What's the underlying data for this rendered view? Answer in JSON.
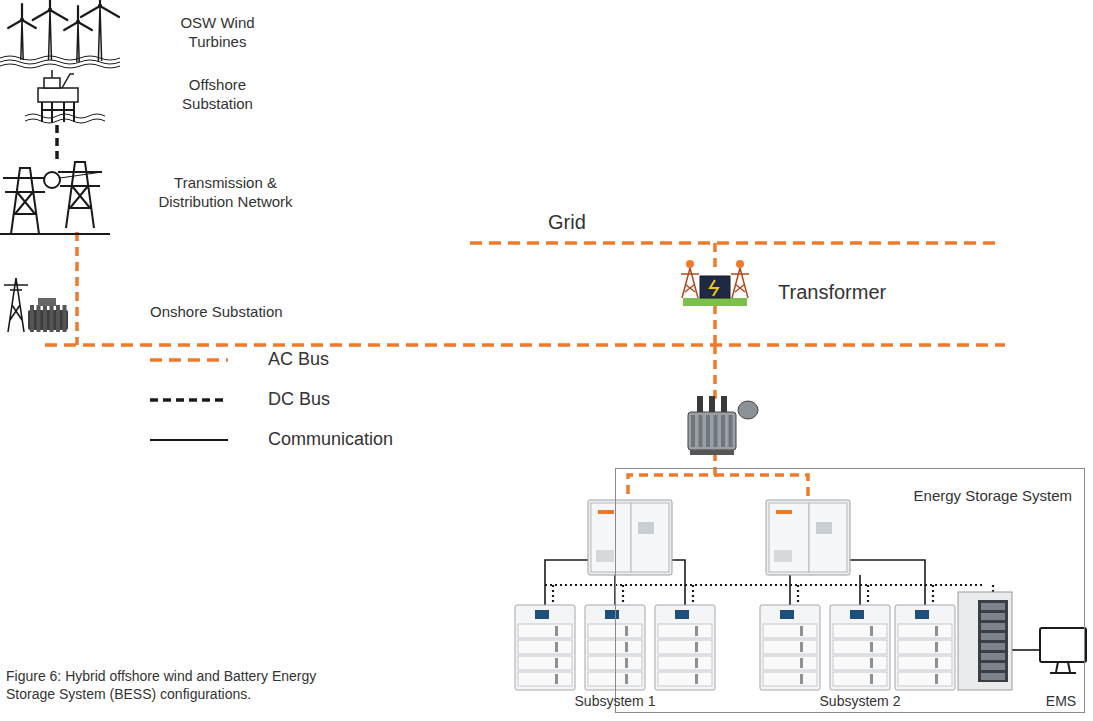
{
  "diagram": {
    "caption": "Figure 6: Hybrid offshore wind and Battery Energy Storage System (BESS) configurations.",
    "nodes": [
      {
        "text": [
          "Energy Storage System"
        ]
      }
    ],
    "labels": [
      "OSW Wind Turbines",
      "Offshore Substation",
      "Transmission & Distribution Network",
      "Onshore Substation",
      "Grid",
      "Transformer",
      "Subsystem 1",
      "Subsystem 2",
      "EMS"
    ],
    "legend": [
      {
        "text": "AC Bus"
      },
      {
        "text": "DC Bus"
      },
      {
        "text": "Communication"
      }
    ]
  }
}
